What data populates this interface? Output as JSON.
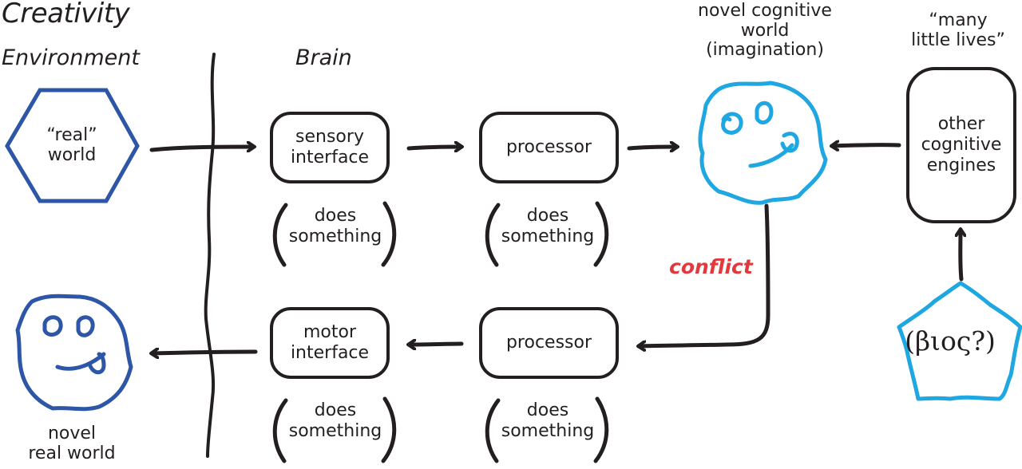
{
  "title": "Creativity",
  "colors": {
    "ink": "#231f20",
    "dark_blue": "#2e56a6",
    "light_blue": "#1ea7e1",
    "conflict_red": "#e03a3e"
  },
  "headings": {
    "environment": "Environment",
    "brain": "Brain"
  },
  "environment": {
    "real_world": "“real”\nworld",
    "novel_real_world": "novel\nreal world"
  },
  "brain": {
    "top_row": [
      {
        "label": "sensory\ninterface",
        "note": "does\nsomething"
      },
      {
        "label": "processor",
        "note": "does\nsomething"
      }
    ],
    "bottom_row": [
      {
        "label": "motor\ninterface",
        "note": "does\nsomething"
      },
      {
        "label": "processor",
        "note": "does\nsomething"
      }
    ]
  },
  "imagination": {
    "label": "novel cognitive\nworld\n(imagination)"
  },
  "other_engines": {
    "caption": "“many\nlittle lives”",
    "label": "other\ncognitive\nengines"
  },
  "bios": {
    "label": "(βιος?)"
  },
  "conflict": "conflict"
}
